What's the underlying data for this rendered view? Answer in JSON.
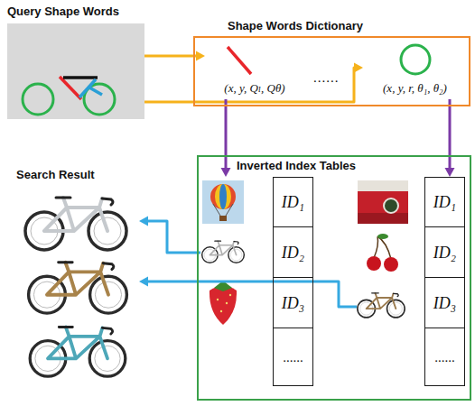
{
  "diagram": {
    "nodes": [
      {
        "text": [
          "Query Shape Words"
        ]
      },
      {
        "text": [
          "Shape Words Dictionary",
          "......"
        ]
      },
      {
        "text": [
          "(x, y, Qₗ, Qθ)"
        ],
        "in": 1
      },
      {
        "text": [
          "(x, y, r, θ₁, θ₂)"
        ],
        "in": 1
      },
      {
        "text": [
          "Inverted Index Tables"
        ]
      },
      {
        "text": [
          "ID₁"
        ],
        "in": 4
      },
      {
        "text": [
          "ID₂"
        ],
        "in": 4
      },
      {
        "text": [
          "ID₃"
        ],
        "in": 4
      },
      {
        "text": [
          "......"
        ],
        "in": 4
      },
      {
        "text": [
          "ID₁"
        ],
        "in": 4
      },
      {
        "text": [
          "ID₂"
        ],
        "in": 4
      },
      {
        "text": [
          "ID₃"
        ],
        "in": 4
      },
      {
        "text": [
          "......"
        ],
        "in": 4
      },
      {
        "text": [
          "Search Result"
        ]
      }
    ],
    "edges": [
      {
        "from": 0,
        "to": 2,
        "arrow": "to"
      },
      {
        "from": 0,
        "to": 3,
        "arrow": "to"
      },
      {
        "from": 2,
        "to": 5,
        "arrow": "to"
      },
      {
        "from": 3,
        "to": 9,
        "arrow": "to"
      },
      {
        "from": 6,
        "to": 13,
        "arrow": "to"
      },
      {
        "from": 11,
        "to": 13,
        "arrow": "to"
      }
    ]
  }
}
